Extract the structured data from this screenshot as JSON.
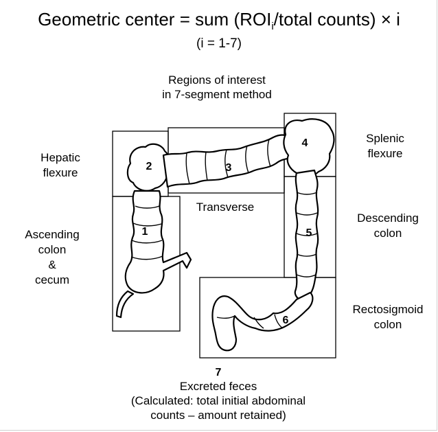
{
  "title": "Geometric center = sum (ROIi/total counts) × i",
  "subtitle": "(i = 1-7)",
  "regions_heading": [
    "Regions of interest",
    "in 7-segment method"
  ],
  "labels": {
    "hepatic": [
      "Hepatic",
      "flexure"
    ],
    "splenic": [
      "Splenic",
      "flexure"
    ],
    "transverse": "Transverse",
    "descending": [
      "Descending",
      "colon"
    ],
    "ascending": [
      "Ascending",
      "colon",
      "&",
      "cecum"
    ],
    "rectosigmoid": [
      "Rectosigmoid",
      "colon"
    ],
    "excreted_number": "7",
    "excreted": [
      "Excreted feces",
      "(Calculated: total initial abdominal",
      "counts – amount retained)"
    ]
  },
  "segments": [
    "1",
    "2",
    "3",
    "4",
    "5",
    "6"
  ]
}
